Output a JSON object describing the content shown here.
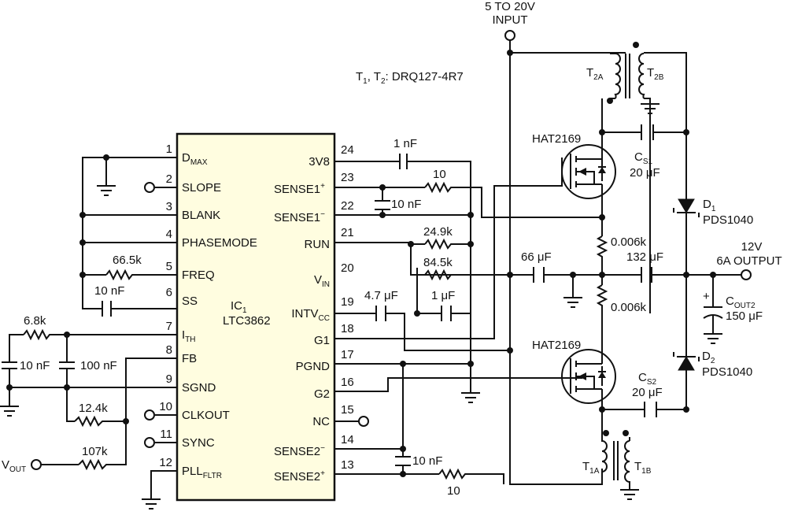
{
  "input": {
    "line1": "5 TO 20V",
    "line2": "INPUT"
  },
  "transformer_note": {
    "t1": "T",
    "s1": "1",
    "comma": ", T",
    "s2": "2",
    "rest": ": DRQ127-4R7"
  },
  "ic": {
    "ref": "IC",
    "ref_sub": "1",
    "part": "LTC3862"
  },
  "left_pins": [
    {
      "num": "1",
      "name": "D",
      "sub": "MAX"
    },
    {
      "num": "2",
      "name": "SLOPE",
      "sub": ""
    },
    {
      "num": "3",
      "name": "BLANK",
      "sub": ""
    },
    {
      "num": "4",
      "name": "PHASEMODE",
      "sub": ""
    },
    {
      "num": "5",
      "name": "FREQ",
      "sub": ""
    },
    {
      "num": "6",
      "name": "SS",
      "sub": ""
    },
    {
      "num": "7",
      "name": "I",
      "sub": "TH"
    },
    {
      "num": "8",
      "name": "FB",
      "sub": ""
    },
    {
      "num": "9",
      "name": "SGND",
      "sub": ""
    },
    {
      "num": "10",
      "name": "CLKOUT",
      "sub": ""
    },
    {
      "num": "11",
      "name": "SYNC",
      "sub": ""
    },
    {
      "num": "12",
      "name": "PLL",
      "sub": "FLTR"
    }
  ],
  "right_pins": [
    {
      "num": "24",
      "name": "3V8",
      "sub": "",
      "sup": ""
    },
    {
      "num": "23",
      "name": "SENSE1",
      "sub": "",
      "sup": "+"
    },
    {
      "num": "22",
      "name": "SENSE1",
      "sub": "",
      "sup": "−"
    },
    {
      "num": "21",
      "name": "RUN",
      "sub": "",
      "sup": ""
    },
    {
      "num": "20",
      "name": "V",
      "sub": "IN",
      "sup": ""
    },
    {
      "num": "19",
      "name": "INTV",
      "sub": "CC",
      "sup": ""
    },
    {
      "num": "18",
      "name": "G1",
      "sub": "",
      "sup": ""
    },
    {
      "num": "17",
      "name": "PGND",
      "sub": "",
      "sup": ""
    },
    {
      "num": "16",
      "name": "G2",
      "sub": "",
      "sup": ""
    },
    {
      "num": "15",
      "name": "NC",
      "sub": "",
      "sup": ""
    },
    {
      "num": "14",
      "name": "SENSE2",
      "sub": "",
      "sup": "−"
    },
    {
      "num": "13",
      "name": "SENSE2",
      "sub": "",
      "sup": "+"
    }
  ],
  "components": {
    "c_1nF": "1 nF",
    "r_10_top": "10",
    "c_10nF_top": "10 nF",
    "r_24_9k": "24.9k",
    "r_84_5k": "84.5k",
    "c_66uF": "66 μF",
    "c_4_7uF": "4.7 μF",
    "c_1uF": "1 μF",
    "r_66_5k": "66.5k",
    "c_10nF_ss": "10 nF",
    "r_6_8k": "6.8k",
    "c_10nF_ith": "10 nF",
    "c_100nF": "100 nF",
    "r_12_4k": "12.4k",
    "r_107k": "107k",
    "vout_v": "V",
    "vout_sub": "OUT",
    "c_10nF_bot": "10 nF",
    "r_10_bot": "10",
    "q1": "HAT2169",
    "q2": "HAT2169",
    "cs1_c": "C",
    "cs1_sub": "S1",
    "cs1_val": "20 μF",
    "cs2_c": "C",
    "cs2_sub": "S2",
    "cs2_val": "20 μF",
    "rs1": "0.006k",
    "rs2": "0.006k",
    "c_132uF": "132 μF",
    "d1": "D",
    "d1_sub": "1",
    "d1_part": "PDS1040",
    "d2": "D",
    "d2_sub": "2",
    "d2_part": "PDS1040",
    "cout2_c": "C",
    "cout2_sub": "OUT2",
    "cout2_val": "150 μF",
    "plus": "+",
    "t2a": "T",
    "t2a_sub": "2A",
    "t2b": "T",
    "t2b_sub": "2B",
    "t1a": "T",
    "t1a_sub": "1A",
    "t1b": "T",
    "t1b_sub": "1B"
  },
  "output": {
    "line1": "12V",
    "line2": "6A OUTPUT"
  }
}
